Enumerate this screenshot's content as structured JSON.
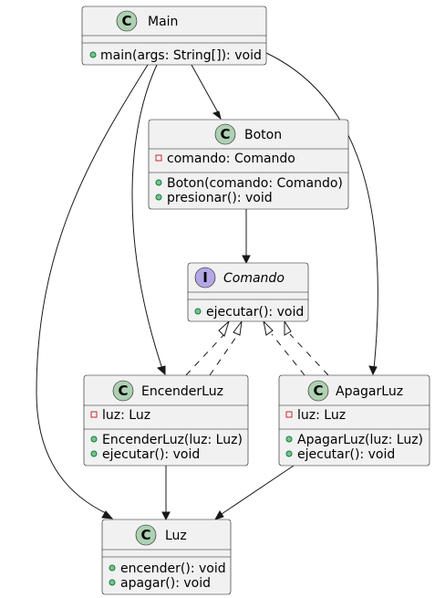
{
  "classes": {
    "main": {
      "name": "Main",
      "stereotype": "C",
      "members": [
        {
          "visibility": "+",
          "text": "main(args: String[]): void"
        }
      ]
    },
    "boton": {
      "name": "Boton",
      "stereotype": "C",
      "members": [
        {
          "visibility": "-",
          "text": "comando: Comando"
        },
        {
          "visibility": "+",
          "text": "Boton(comando: Comando)"
        },
        {
          "visibility": "+",
          "text": "presionar(): void"
        }
      ]
    },
    "comando": {
      "name": "Comando",
      "stereotype": "I",
      "members": [
        {
          "visibility": "+",
          "text": "ejecutar(): void"
        }
      ]
    },
    "encender_luz": {
      "name": "EncenderLuz",
      "stereotype": "C",
      "members": [
        {
          "visibility": "-",
          "text": "luz: Luz"
        },
        {
          "visibility": "+",
          "text": "EncenderLuz(luz: Luz)"
        },
        {
          "visibility": "+",
          "text": "ejecutar(): void"
        }
      ]
    },
    "apagar_luz": {
      "name": "ApagarLuz",
      "stereotype": "C",
      "members": [
        {
          "visibility": "-",
          "text": "luz: Luz"
        },
        {
          "visibility": "+",
          "text": "ApagarLuz(luz: Luz)"
        },
        {
          "visibility": "+",
          "text": "ejecutar(): void"
        }
      ]
    },
    "luz": {
      "name": "Luz",
      "stereotype": "C",
      "members": [
        {
          "visibility": "+",
          "text": "encender(): void"
        },
        {
          "visibility": "+",
          "text": "apagar(): void"
        }
      ]
    }
  },
  "relations": [
    {
      "from": "Main",
      "to": "Boton",
      "kind": "association"
    },
    {
      "from": "Main",
      "to": "EncenderLuz",
      "kind": "association"
    },
    {
      "from": "Main",
      "to": "ApagarLuz",
      "kind": "association"
    },
    {
      "from": "Main",
      "to": "Luz",
      "kind": "association"
    },
    {
      "from": "Boton",
      "to": "Comando",
      "kind": "association"
    },
    {
      "from": "EncenderLuz",
      "to": "Comando",
      "kind": "realization"
    },
    {
      "from": "ApagarLuz",
      "to": "Comando",
      "kind": "realization"
    },
    {
      "from": "EncenderLuz",
      "to": "Luz",
      "kind": "association"
    },
    {
      "from": "ApagarLuz",
      "to": "Luz",
      "kind": "association"
    }
  ],
  "colors": {
    "class_badge": "#add1b2",
    "interface_badge": "#b4a7e5",
    "box_fill": "#f1f1f1",
    "private_marker": "#c82930",
    "public_marker": "#84be84"
  }
}
